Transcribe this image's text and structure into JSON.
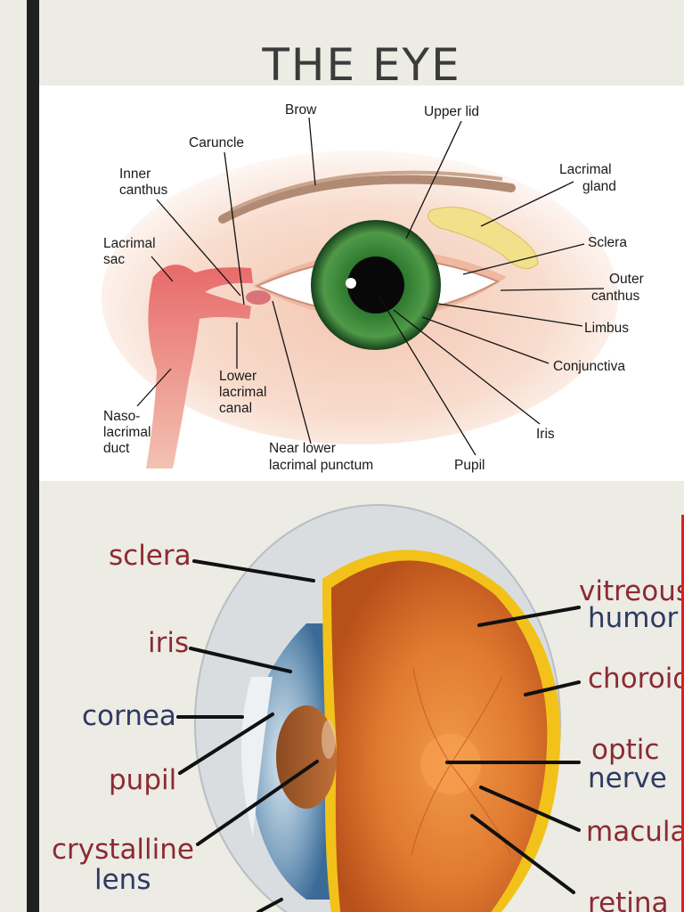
{
  "title": "THE EYE",
  "external_labels": {
    "brow": "Brow",
    "upper_lid": "Upper lid",
    "caruncle": "Caruncle",
    "inner_canthus_1": "Inner",
    "inner_canthus_2": "canthus",
    "lacrimal_gland_1": "Lacrimal",
    "lacrimal_gland_2": "gland",
    "lacrimal_sac_1": "Lacrimal",
    "lacrimal_sac_2": "sac",
    "sclera": "Sclera",
    "outer_canthus_1": "Outer",
    "outer_canthus_2": "canthus",
    "limbus": "Limbus",
    "conjunctiva": "Conjunctiva",
    "lower_lacrimal_canal_1": "Lower",
    "lower_lacrimal_canal_2": "lacrimal",
    "lower_lacrimal_canal_3": "canal",
    "iris": "Iris",
    "nasolacrimal_duct_1": "Naso-",
    "nasolacrimal_duct_2": "lacrimal",
    "nasolacrimal_duct_3": "duct",
    "near_lower_punctum_1": "Near lower",
    "near_lower_punctum_2": "lacrimal punctum",
    "pupil": "Pupil"
  },
  "internal_labels": {
    "sclera": "sclera",
    "iris": "iris",
    "cornea": "cornea",
    "pupil": "pupil",
    "crystalline_lens_1": "crystalline",
    "crystalline_lens_2": "lens",
    "vitreous_humor_1": "vitreous",
    "vitreous_humor_2": "humor",
    "choroid": "choroid",
    "optic_nerve_1": "optic",
    "optic_nerve_2": "nerve",
    "macula": "macula",
    "retina": "retina"
  },
  "colors": {
    "label_red": "#8b2a33",
    "label_navy": "#2d3a63",
    "accent_line": "#e0201a",
    "iris_green": "#3f8a3a",
    "lacrimal_gland": "#f3e08a",
    "eyeball_orange": "#d86a25"
  }
}
